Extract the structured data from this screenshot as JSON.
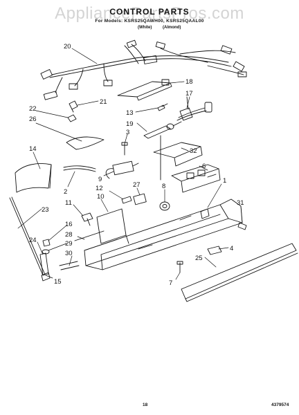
{
  "watermark": "AppliancePartsPros.com",
  "title": "CONTROL PARTS",
  "subtitle": "For Models: KSRS25QAWH00, KSRS25QAAL00",
  "color_white": "(White)",
  "color_almond": "(Almond)",
  "callouts": [
    "20",
    "18",
    "17",
    "21",
    "22",
    "13",
    "26",
    "19",
    "3",
    "14",
    "32",
    "6",
    "9",
    "2",
    "27",
    "12",
    "8",
    "1",
    "23",
    "11",
    "10",
    "31",
    "16",
    "28",
    "24",
    "29",
    "4",
    "30",
    "25",
    "15",
    "7"
  ],
  "page_number": "18",
  "part_number": "4379574"
}
